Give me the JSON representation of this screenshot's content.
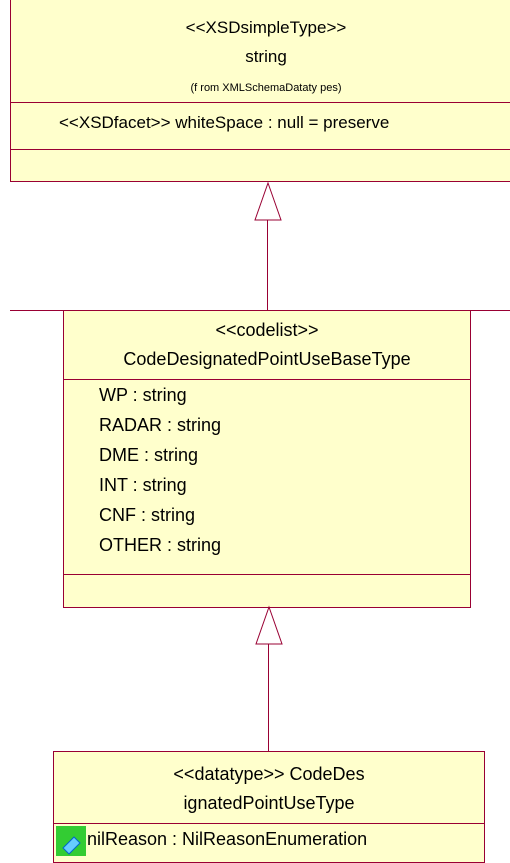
{
  "string_class": {
    "stereotype": "<<XSDsimpleType>>",
    "name": "string",
    "from": "(f rom XMLSchemaDataty pes)",
    "attribute": "<<XSDfacet>> whiteSpace : null = preserve"
  },
  "codelist_class": {
    "stereotype": "<<codelist>>",
    "name": "CodeDesignatedPointUseBaseType",
    "attributes": [
      "WP : string",
      "RADAR : string",
      "DME : string",
      "INT : string",
      "CNF : string",
      "OTHER : string"
    ]
  },
  "datatype_class": {
    "title_line1": "<<datatype>> CodeDes",
    "title_line2": "ignatedPointUseType",
    "attribute": "nilReason : NilReasonEnumeration"
  },
  "colors": {
    "fill": "#ffffcc",
    "stroke": "#990033",
    "attr_icon": "#33cc33"
  },
  "icons": {
    "attribute_icon": "attribute-icon"
  }
}
